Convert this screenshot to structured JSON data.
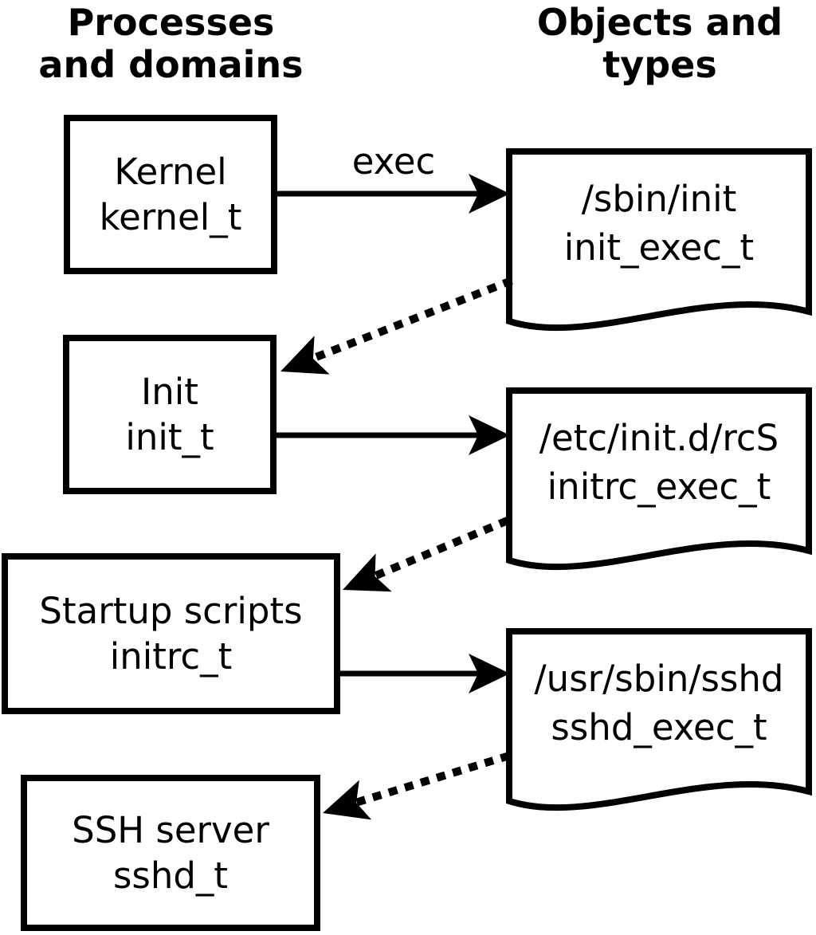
{
  "headers": {
    "left": "Processes\nand domains",
    "right": "Objects and\ntypes"
  },
  "colors": {
    "ink": "#000000",
    "background": "#ffffff"
  },
  "exec_arrow_label": "exec",
  "processes": [
    {
      "name": "Kernel",
      "type": "kernel_t"
    },
    {
      "name": "Init",
      "type": "init_t"
    },
    {
      "name": "Startup scripts",
      "type": "initrc_t"
    },
    {
      "name": "SSH server",
      "type": "sshd_t"
    }
  ],
  "objects": [
    {
      "path": "/sbin/init",
      "type": "init_exec_t"
    },
    {
      "path": "/etc/init.d/rcS",
      "type": "initrc_exec_t"
    },
    {
      "path": "/usr/sbin/sshd",
      "type": "sshd_exec_t"
    }
  ]
}
